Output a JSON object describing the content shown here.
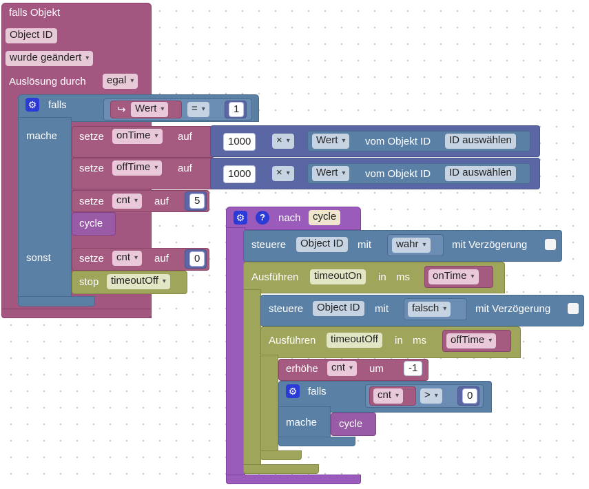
{
  "trigger": {
    "title": "falls Objekt",
    "object_id": "Object ID",
    "event": "wurde geändert",
    "trigger_by_label": "Auslösung durch",
    "trigger_by": "egal"
  },
  "if1": {
    "falls": "falls",
    "mache": "mache",
    "sonst": "sonst",
    "cond_arrow": "↪",
    "cond_var": "Wert",
    "cond_op": "=",
    "cond_value": "1"
  },
  "set_ontime": {
    "setze": "setze",
    "var": "onTime",
    "auf": "auf",
    "num": "1000",
    "op": "×",
    "prop": "Wert",
    "vom": "vom Objekt ID",
    "select": "ID auswählen"
  },
  "set_offtime": {
    "setze": "setze",
    "var": "offTime",
    "auf": "auf",
    "num": "1000",
    "op": "×",
    "prop": "Wert",
    "vom": "vom Objekt ID",
    "select": "ID auswählen"
  },
  "set_cnt5": {
    "setze": "setze",
    "var": "cnt",
    "auf": "auf",
    "value": "5"
  },
  "call_cycle1": {
    "label": "cycle"
  },
  "set_cnt0": {
    "setze": "setze",
    "var": "cnt",
    "auf": "auf",
    "value": "0"
  },
  "stop": {
    "label": "stop",
    "timer": "timeoutOff"
  },
  "proc": {
    "nach": "nach",
    "name": "cycle"
  },
  "steuere1": {
    "label": "steuere",
    "object": "Object ID",
    "mit": "mit",
    "value": "wahr",
    "delay": "mit Verzögerung"
  },
  "exec_on": {
    "label": "Ausführen",
    "timer": "timeoutOn",
    "in": "in",
    "unit": "ms",
    "var": "onTime"
  },
  "steuere2": {
    "label": "steuere",
    "object": "Object ID",
    "mit": "mit",
    "value": "falsch",
    "delay": "mit Verzögerung"
  },
  "exec_off": {
    "label": "Ausführen",
    "timer": "timeoutOff",
    "in": "in",
    "unit": "ms",
    "var": "offTime"
  },
  "erhoehe": {
    "label": "erhöhe",
    "var": "cnt",
    "um": "um",
    "value": "-1"
  },
  "if2": {
    "falls": "falls",
    "mache": "mache",
    "var": "cnt",
    "op": ">",
    "value": "0"
  },
  "call_cycle2": {
    "label": "cycle"
  },
  "icons": {
    "gear": "gear-icon",
    "help": "help-icon"
  }
}
